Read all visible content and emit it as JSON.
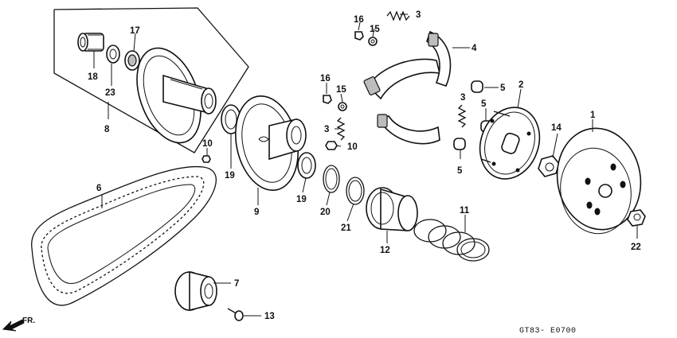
{
  "diagram": {
    "drawing_code": "GT83- E0700",
    "direction_label": "FR.",
    "callouts": {
      "c1": "1",
      "c2": "2",
      "c3a": "3",
      "c3b": "3",
      "c3c": "3",
      "c4": "4",
      "c5a": "5",
      "c5b": "5",
      "c5c": "5",
      "c6": "6",
      "c7": "7",
      "c8": "8",
      "c9": "9",
      "c10a": "10",
      "c10b": "10",
      "c11": "11",
      "c12": "12",
      "c13": "13",
      "c14": "14",
      "c15a": "15",
      "c15b": "15",
      "c16a": "16",
      "c16b": "16",
      "c17": "17",
      "c18": "18",
      "c19a": "19",
      "c19b": "19",
      "c20": "20",
      "c21": "21",
      "c22": "22",
      "c23": "23"
    }
  }
}
